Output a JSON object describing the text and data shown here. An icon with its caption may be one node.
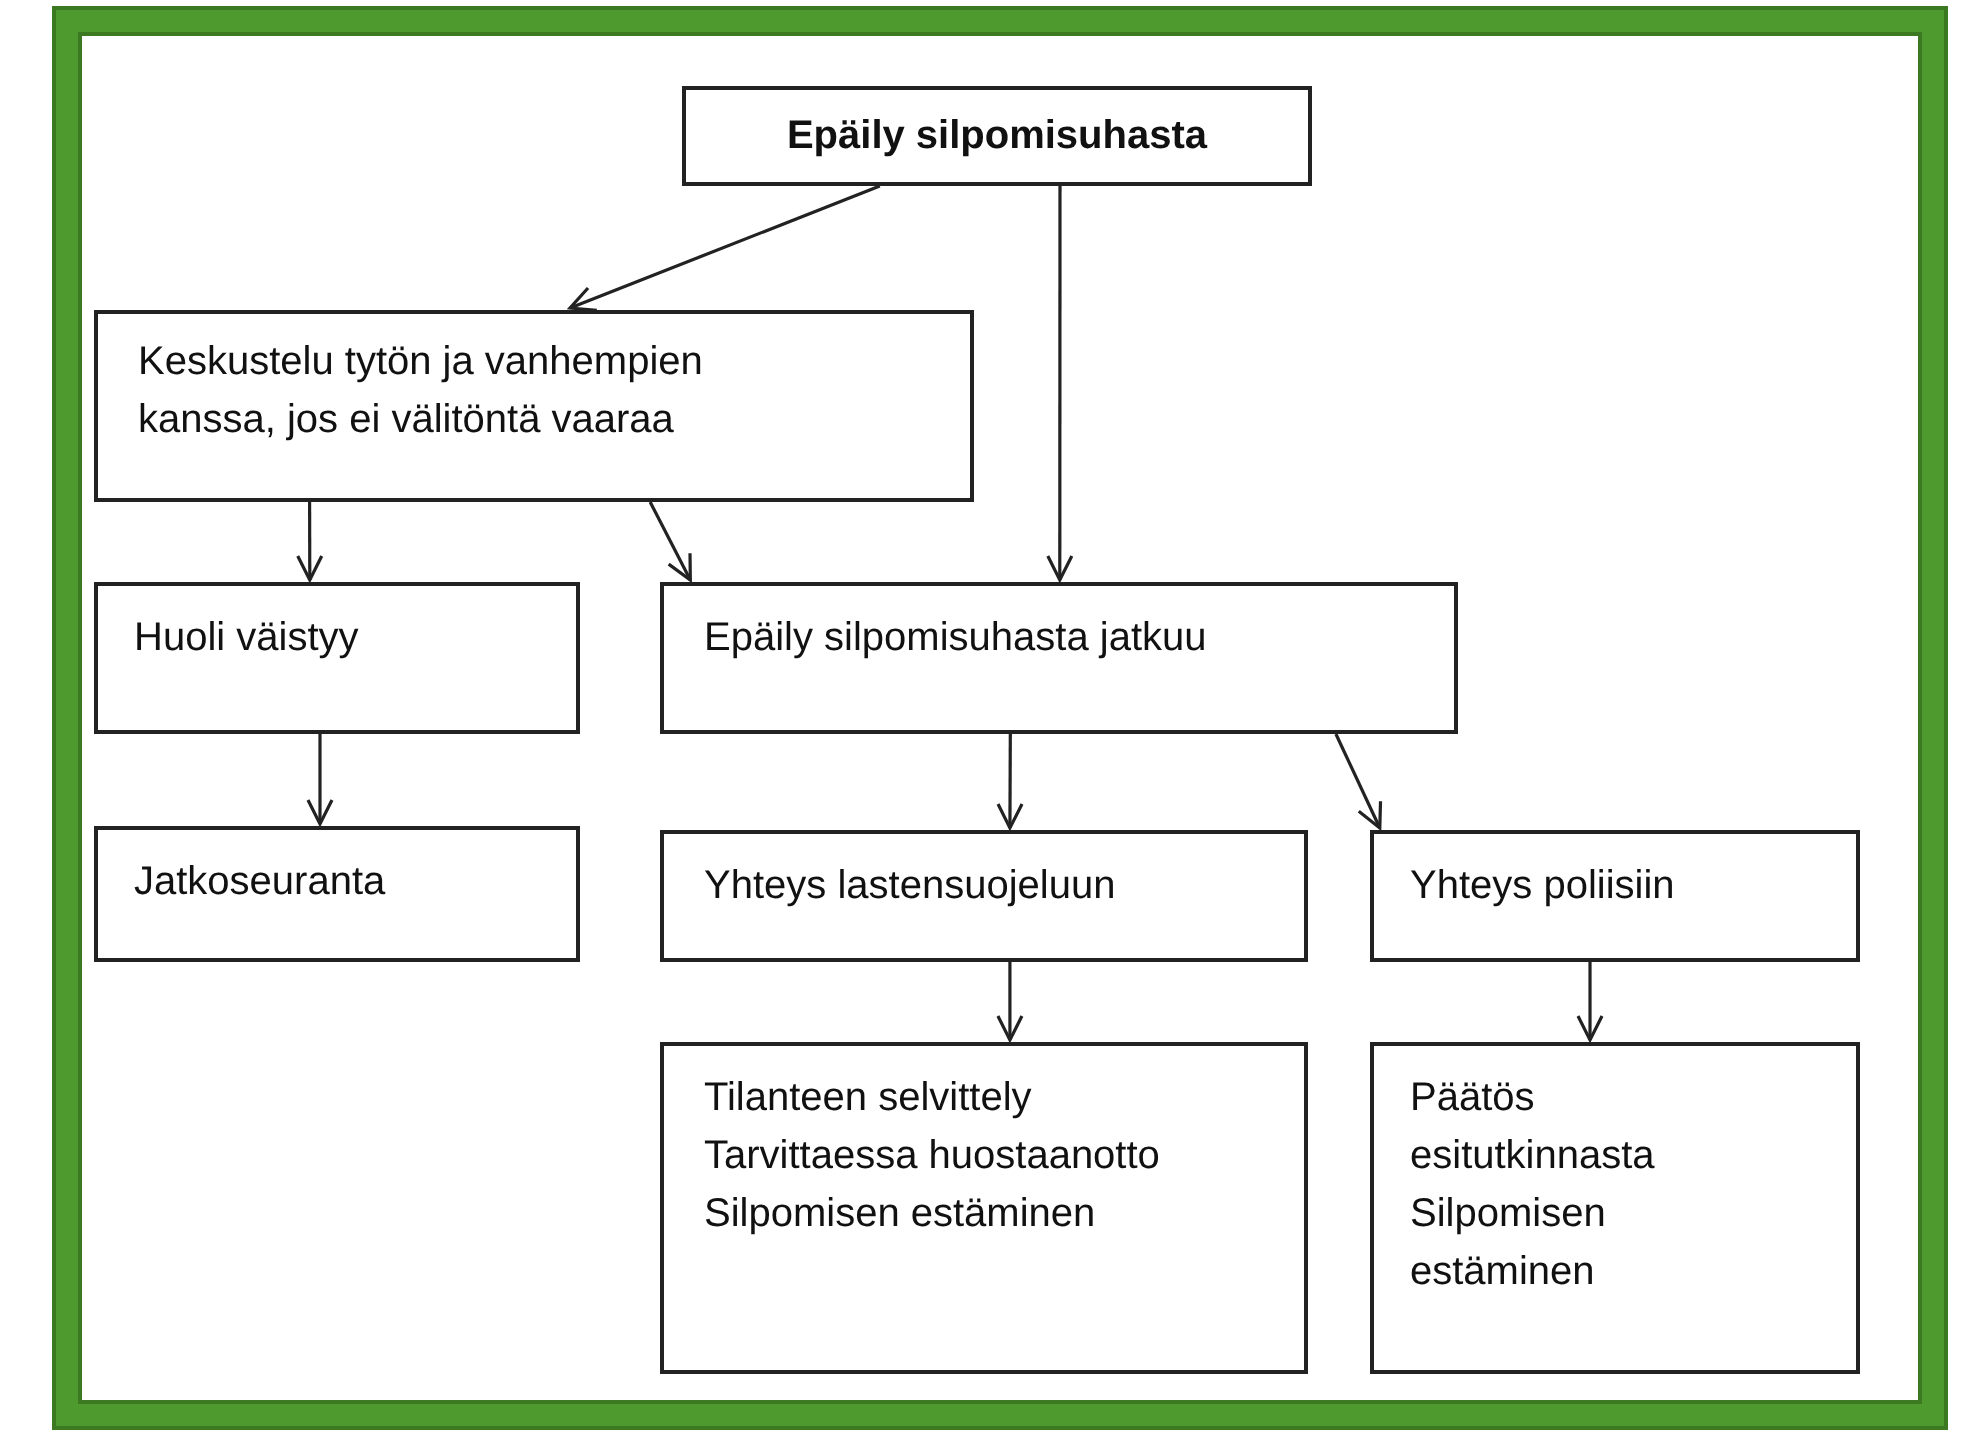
{
  "diagram": {
    "nodes": [
      {
        "text": [
          "Epäily silpomisuhasta"
        ]
      },
      {
        "text": [
          "Keskustelu tytön ja vanhempien kanssa, jos ei välitöntä vaaraa"
        ]
      },
      {
        "text": [
          "Huoli väistyy"
        ]
      },
      {
        "text": [
          "Epäily silpomisuhasta jatkuu"
        ]
      },
      {
        "text": [
          "Jatkoseuranta"
        ]
      },
      {
        "text": [
          "Yhteys lastensuojeluun"
        ]
      },
      {
        "text": [
          "Yhteys poliisiin"
        ]
      },
      {
        "text": [
          "Tilanteen selvittely",
          "Tarvittaessa huostaanotto",
          "Silpomisen estäminen"
        ]
      },
      {
        "text": [
          "Päätös esitutkinnasta",
          "Silpomisen estäminen"
        ]
      }
    ],
    "edges": [
      {
        "from": 0,
        "to": 1,
        "arrow": "to"
      },
      {
        "from": 0,
        "to": 3,
        "arrow": "to"
      },
      {
        "from": 1,
        "to": 2,
        "arrow": "to"
      },
      {
        "from": 1,
        "to": 3,
        "arrow": "to"
      },
      {
        "from": 2,
        "to": 4,
        "arrow": "to"
      },
      {
        "from": 3,
        "to": 5,
        "arrow": "to"
      },
      {
        "from": 3,
        "to": 6,
        "arrow": "to"
      },
      {
        "from": 5,
        "to": 7,
        "arrow": "to"
      },
      {
        "from": 6,
        "to": 8,
        "arrow": "to"
      }
    ]
  }
}
